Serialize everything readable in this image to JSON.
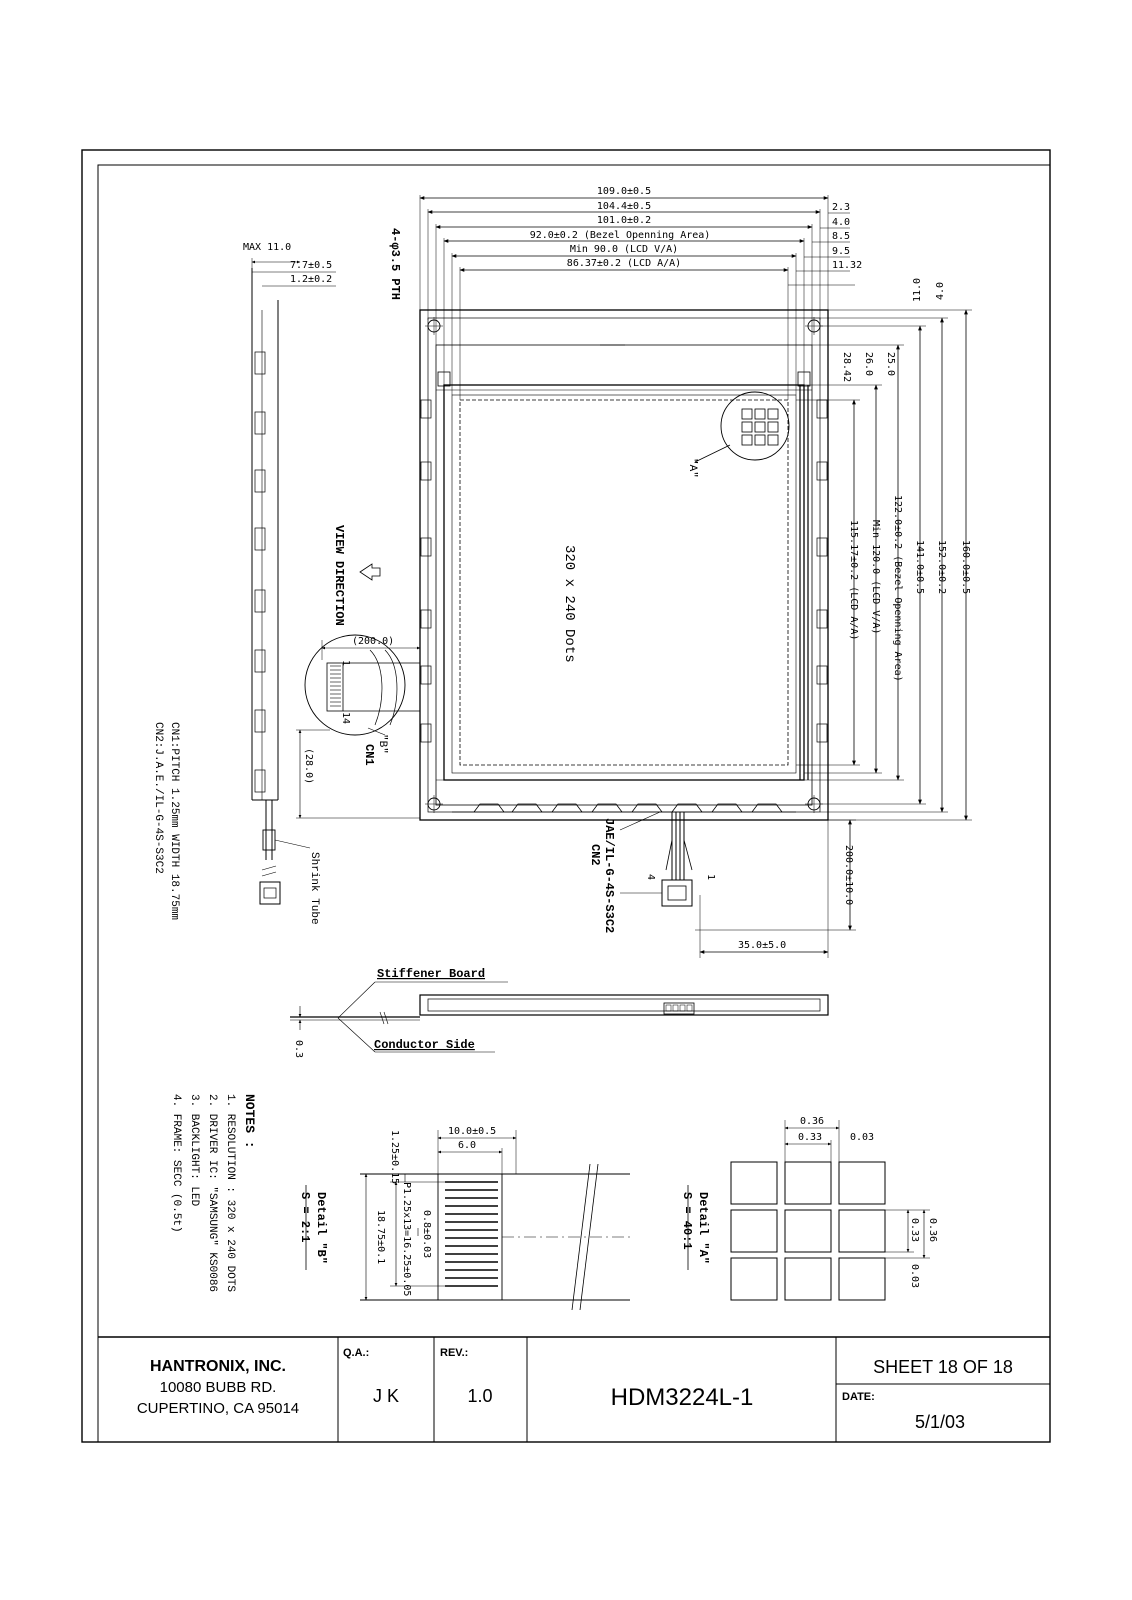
{
  "dims": {
    "w109": "109.0±0.5",
    "w104": "104.4±0.5",
    "w101": "101.0±0.2",
    "w92": "92.0±0.2 (Bezel Openning Area)",
    "w90": "Min 90.0 (LCD V/A)",
    "w86": "86.37±0.2 (LCD A/A)",
    "o23": "2.3",
    "o40": "4.0",
    "o85": "8.5",
    "o95": "9.5",
    "o1132": "11.32",
    "t110": "11.0",
    "t40": "4.0",
    "t2842": "28.42",
    "t260": "26.0",
    "t250": "25.0",
    "h115": "115.17±0.2 (LCD A/A)",
    "h120": "Min 120.0 (LCD V/A)",
    "h122": "122.0±0.2 (Bezel Openning Area)",
    "h141": "141.0±0.5",
    "h152": "152.0±0.2",
    "h160": "160.0±0.5",
    "cable200": "200.0±10.0",
    "conn35": "35.0±5.0",
    "side_max": "MAX 11.0",
    "side_77": "7.7±0.5",
    "side_12": "1.2±0.2",
    "pth": "4-φ3.5 PTH",
    "b200": "(200.0)",
    "b280": "(28.0)",
    "t03": "0.3"
  },
  "labels": {
    "dots": "320 x 240 Dots",
    "view": "VIEW DIRECTION",
    "detail_a_tag": "\"A\"",
    "detail_b_tag": "\"B\"",
    "cn1_tag": "CN1",
    "cn1_pin1": "1",
    "cn1_pin14": "14",
    "cn1": "CN1:PITCH 1.25mm WIDTH 18.75mm",
    "cn2": "CN2:J.A.E./IL-G-4S-S3C2",
    "shrink": "Shrink Tube",
    "jae": "JAE/IL-G-4S-S3C2",
    "cn2_tag": "CN2",
    "pin4": "4",
    "pin1": "1",
    "stiffener": "Stiffener Board",
    "conductor": "Conductor Side"
  },
  "notes": {
    "title": "NOTES :",
    "items": [
      "1. RESOLUTION : 320 x 240 DOTS",
      "2. DRIVER IC: \"SAMSUNG\" KS0086",
      "3. BACKLIGHT: LED",
      "4. FRAME: SECC (0.5t)"
    ]
  },
  "detail_b": {
    "title": "Detail \"B\"",
    "scale": "S = 2:1",
    "d10": "10.0±0.5",
    "d6": "6.0",
    "d125": "1.25±0.15",
    "dpitch": "P1.25x13=16.25±0.05",
    "d1875": "18.75±0.1",
    "d08": "0.8±0.03"
  },
  "detail_a": {
    "title": "Detail \"A\"",
    "scale": "S = 40:1",
    "d036": "0.36",
    "d033": "0.33",
    "d003": "0.03",
    "v033": "0.33",
    "v036": "0.36",
    "v003": "0.03"
  },
  "title_block": {
    "company": "HANTRONIX, INC.",
    "address1": "10080 BUBB RD.",
    "address2": "CUPERTINO, CA 95014",
    "qa_label": "Q.A.:",
    "qa": "J K",
    "rev_label": "REV.:",
    "rev": "1.0",
    "part": "HDM3224L-1",
    "sheet": "SHEET 18 OF 18",
    "date_label": "DATE:",
    "date": "5/1/03"
  }
}
